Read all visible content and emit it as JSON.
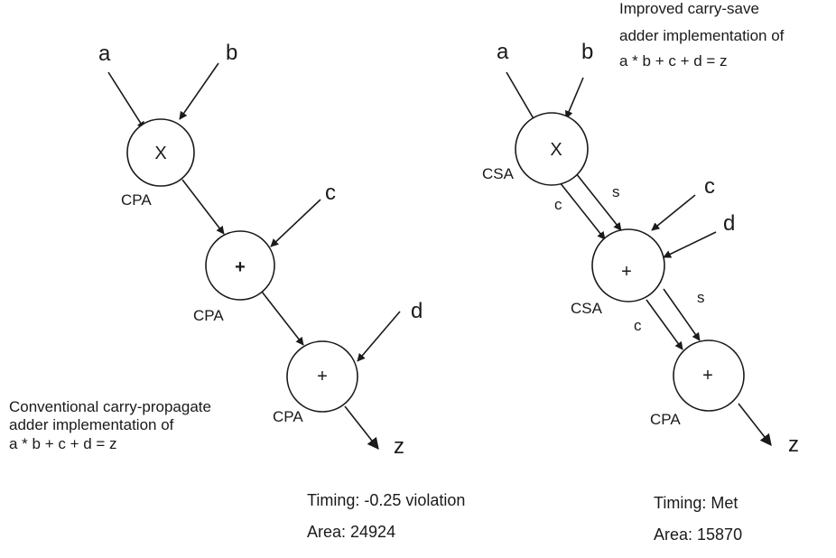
{
  "left": {
    "input_a": "a",
    "input_b": "b",
    "input_c": "c",
    "input_d": "d",
    "output_z": "z",
    "node1_op": "X",
    "node1_type": "CPA",
    "node2_op": "+",
    "node2_type": "CPA",
    "node3_op": "+",
    "node3_type": "CPA",
    "caption": [
      "Conventional carry-propagate",
      "adder implementation of",
      "a * b + c + d = z"
    ],
    "timing": "Timing: -0.25 violation",
    "area": "Area: 24924"
  },
  "right": {
    "input_a": "a",
    "input_b": "b",
    "input_c": "c",
    "input_d": "d",
    "output_z": "z",
    "node1_op": "X",
    "node1_type": "CSA",
    "node2_op": "+",
    "node2_type": "CSA",
    "node3_op": "+",
    "node3_type": "CPA",
    "carry_label": "c",
    "sum_label": "s",
    "caption": [
      "Improved carry-save",
      "adder implementation of",
      "a * b + c + d = z"
    ],
    "timing": "Timing: Met",
    "area": "Area: 15870"
  }
}
